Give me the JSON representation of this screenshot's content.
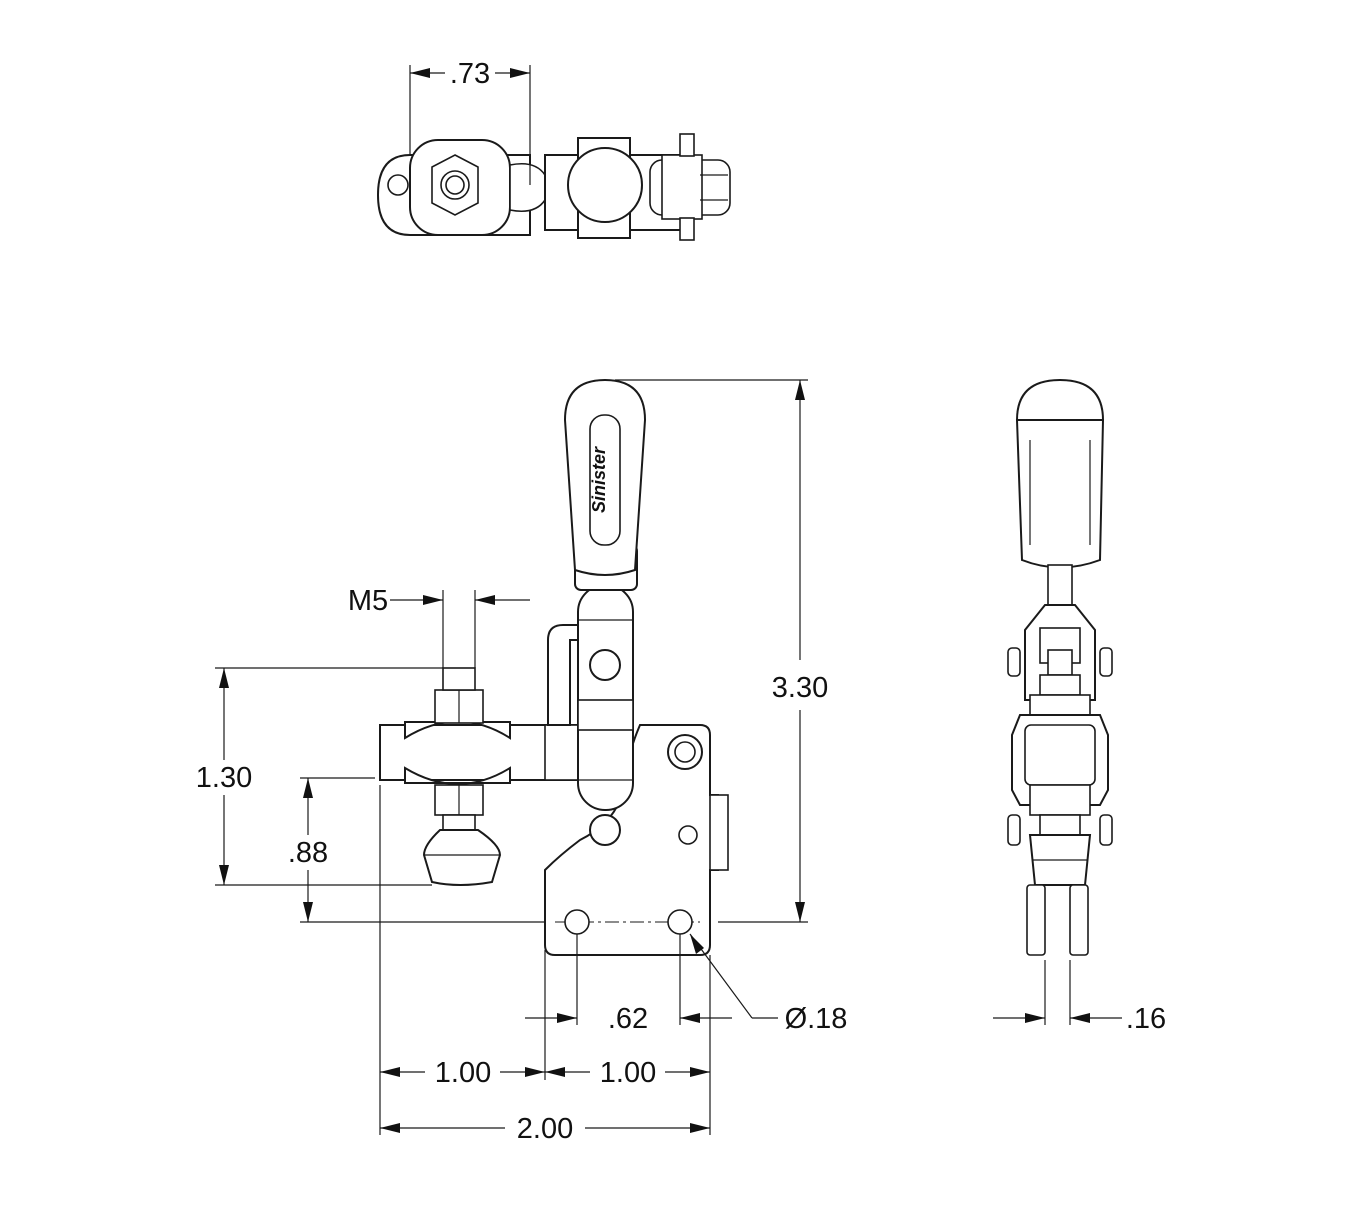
{
  "dimensions": {
    "top_width": ".73",
    "thread": "M5",
    "height_overall": "3.30",
    "spindle_height": "1.30",
    "spindle_to_base": ".88",
    "hole_spacing": ".62",
    "hole_diameter": "Ø.18",
    "side_width": ".16",
    "reach_left": "1.00",
    "base_width": "1.00",
    "total_length": "2.00"
  },
  "handle_logo": "Sinister"
}
